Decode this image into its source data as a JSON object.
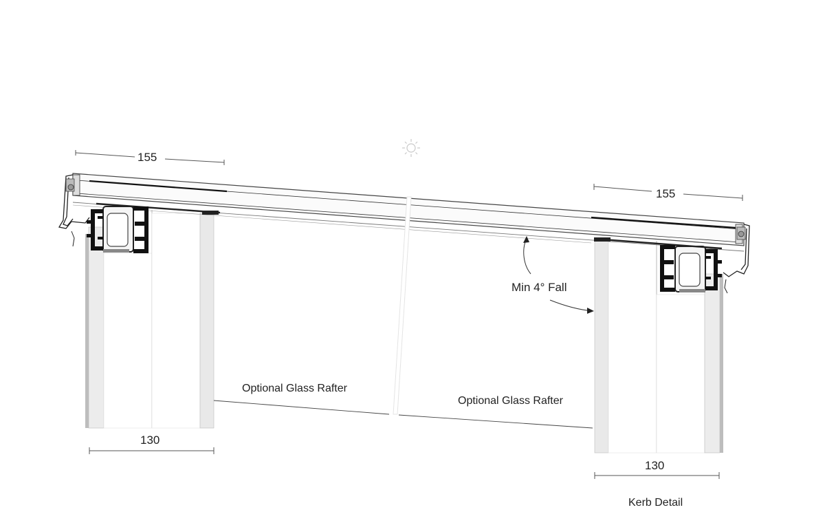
{
  "diagram": {
    "dimensions": {
      "top_left": "155",
      "top_right": "155",
      "bottom_left": "130",
      "bottom_right": "130"
    },
    "annotations": {
      "fall": "Min 4° Fall",
      "rafter_left": "Optional Glass Rafter",
      "rafter_right": "Optional Glass Rafter",
      "kerb": "Kerb Detail"
    },
    "icons": {
      "sun": "sun-icon"
    },
    "colors": {
      "line": "#333333",
      "dim_line": "#555555",
      "wall_fill": "#ececec",
      "profile_fill": "#1a1a1a",
      "glass_fill": "#f7f7f7"
    }
  }
}
